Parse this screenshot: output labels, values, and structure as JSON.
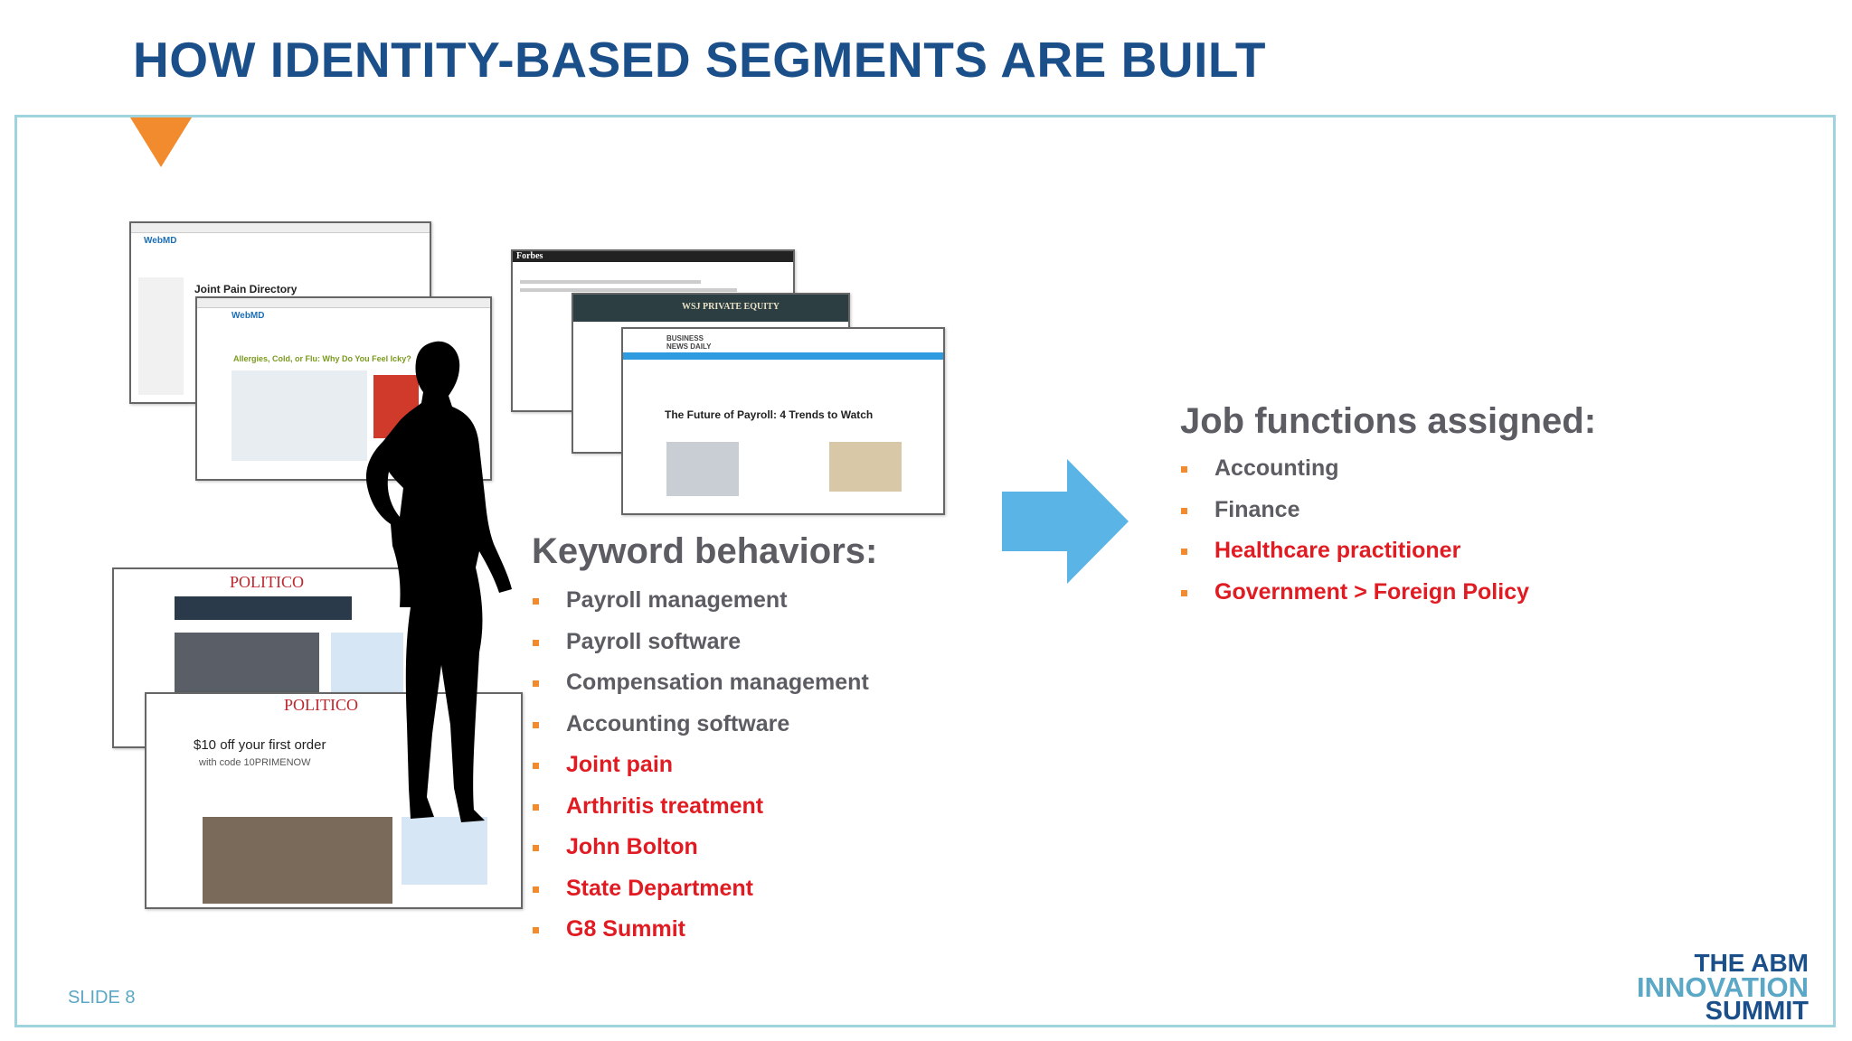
{
  "slide": {
    "title": "HOW IDENTITY-BASED SEGMENTS ARE BUILT",
    "slide_number": "SLIDE 8"
  },
  "screenshots": {
    "webmd_1": {
      "logo": "WebMD",
      "headline": "Joint Pain Directory"
    },
    "webmd_2": {
      "logo": "WebMD",
      "headline": "Allergies, Cold, or Flu: Why Do You Feel Icky?"
    },
    "forbes": {
      "logo": "Forbes"
    },
    "wsj": {
      "logo": "WSJ PRIVATE EQUITY"
    },
    "bnd": {
      "logo": "BUSINESS NEWS DAILY",
      "headline": "The Future of Payroll: 4 Trends to Watch"
    },
    "politico_1": {
      "logo": "POLITICO"
    },
    "politico_2": {
      "logo": "POLITICO",
      "promo": "$10 off your first order",
      "promo_sub": "with code 10PRIMENOW"
    }
  },
  "keywords": {
    "heading": "Keyword behaviors:",
    "items": [
      {
        "label": "Payroll management",
        "color": "gray"
      },
      {
        "label": "Payroll software",
        "color": "gray"
      },
      {
        "label": "Compensation management",
        "color": "gray"
      },
      {
        "label": "Accounting software",
        "color": "gray"
      },
      {
        "label": "Joint pain",
        "color": "red"
      },
      {
        "label": "Arthritis treatment",
        "color": "red"
      },
      {
        "label": "John Bolton",
        "color": "red"
      },
      {
        "label": "State Department",
        "color": "red"
      },
      {
        "label": "G8 Summit",
        "color": "red"
      }
    ]
  },
  "jobs": {
    "heading": "Job functions assigned:",
    "items": [
      {
        "label": "Accounting",
        "color": "gray"
      },
      {
        "label": "Finance",
        "color": "gray"
      },
      {
        "label": "Healthcare practitioner",
        "color": "red"
      },
      {
        "label": "Government > Foreign Policy",
        "color": "red"
      }
    ]
  },
  "logo": {
    "line1": "THE ABM",
    "line2": "INNOVATION",
    "line3": "SUMMIT"
  },
  "colors": {
    "title": "#1b4f8a",
    "accent_orange": "#f28b2e",
    "arrow_blue": "#5ab4e5",
    "highlight_red": "#e01b22",
    "text_gray": "#5b5d63",
    "frame": "#9fd3dd"
  },
  "icons": {
    "marker": "orange-triangle-icon",
    "arrow": "right-arrow-icon",
    "figure": "woman-silhouette"
  }
}
